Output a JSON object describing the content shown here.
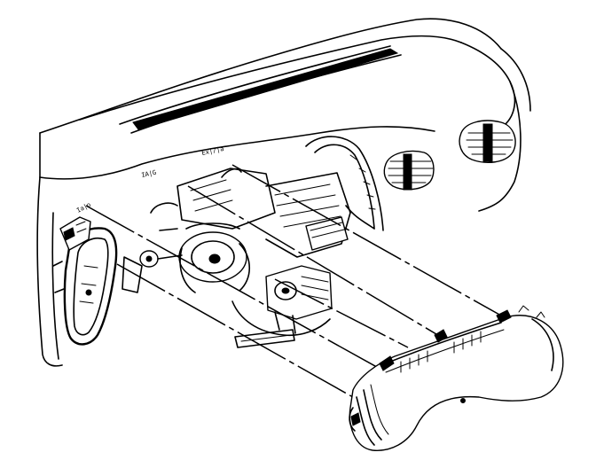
{
  "figure": {
    "labels": [
      {
        "text": "IA|G"
      },
      {
        "text": "Ia|o"
      },
      {
        "text": "Ex|/|a"
      }
    ]
  }
}
